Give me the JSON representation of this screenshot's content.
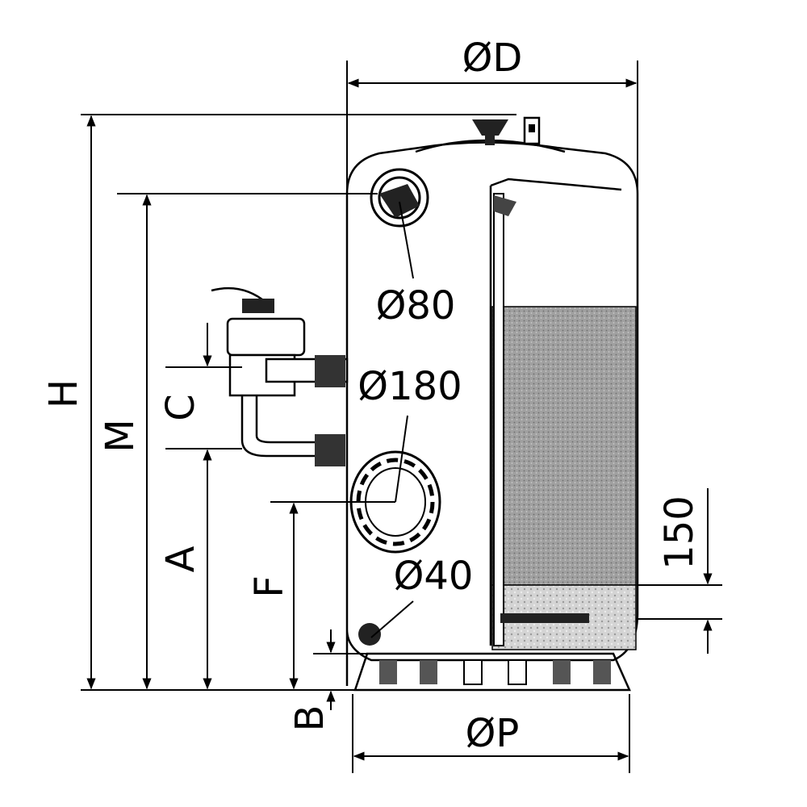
{
  "labels": {
    "diameter_d": "ØD",
    "height_h": "H",
    "dim_m": "M",
    "dim_c": "C",
    "dim_a": "A",
    "dim_f": "F",
    "dim_b": "B",
    "diameter_p": "ØP",
    "port_80": "Ø80",
    "port_180": "Ø180",
    "port_40": "Ø40",
    "dim_150": "150"
  },
  "colors": {
    "line": "#000000",
    "background": "#ffffff",
    "sand_media": "#a0a0a0",
    "gravel_media": "#d4d4d4"
  }
}
